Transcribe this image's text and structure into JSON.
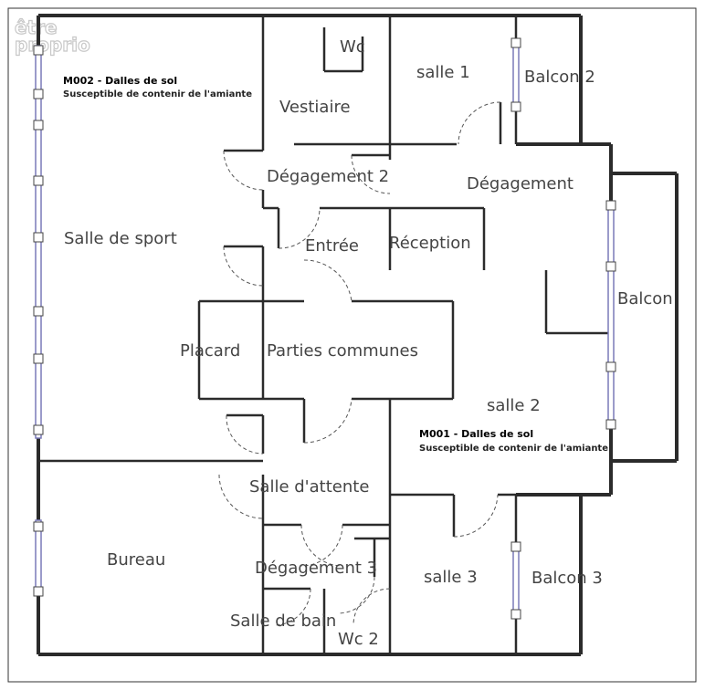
{
  "logo": {
    "line1": "être",
    "line2": "proprio"
  },
  "rooms": {
    "wc": "Wc",
    "salle1": "salle 1",
    "balcon2": "Balcon 2",
    "vestiaire": "Vestiaire",
    "degagement2": "Dégagement 2",
    "degagement": "Dégagement",
    "salle_de_sport": "Salle de sport",
    "entree": "Entrée",
    "reception": "Réception",
    "balcon": "Balcon",
    "placard": "Placard",
    "parties_communes": "Parties communes",
    "salle2": "salle 2",
    "salle_attente": "Salle d'attente",
    "bureau": "Bureau",
    "degagement3": "Dégagement 3",
    "salle3": "salle 3",
    "balcon3": "Balcon 3",
    "salle_de_bain": "Salle de bain",
    "wc2": "Wc 2"
  },
  "annotations": [
    {
      "title": "M002 - Dalles de sol",
      "subtitle": "Susceptible de contenir de l'amiante"
    },
    {
      "title": "M001 - Dalles de sol",
      "subtitle": "Susceptible de contenir de l'amiante"
    }
  ]
}
